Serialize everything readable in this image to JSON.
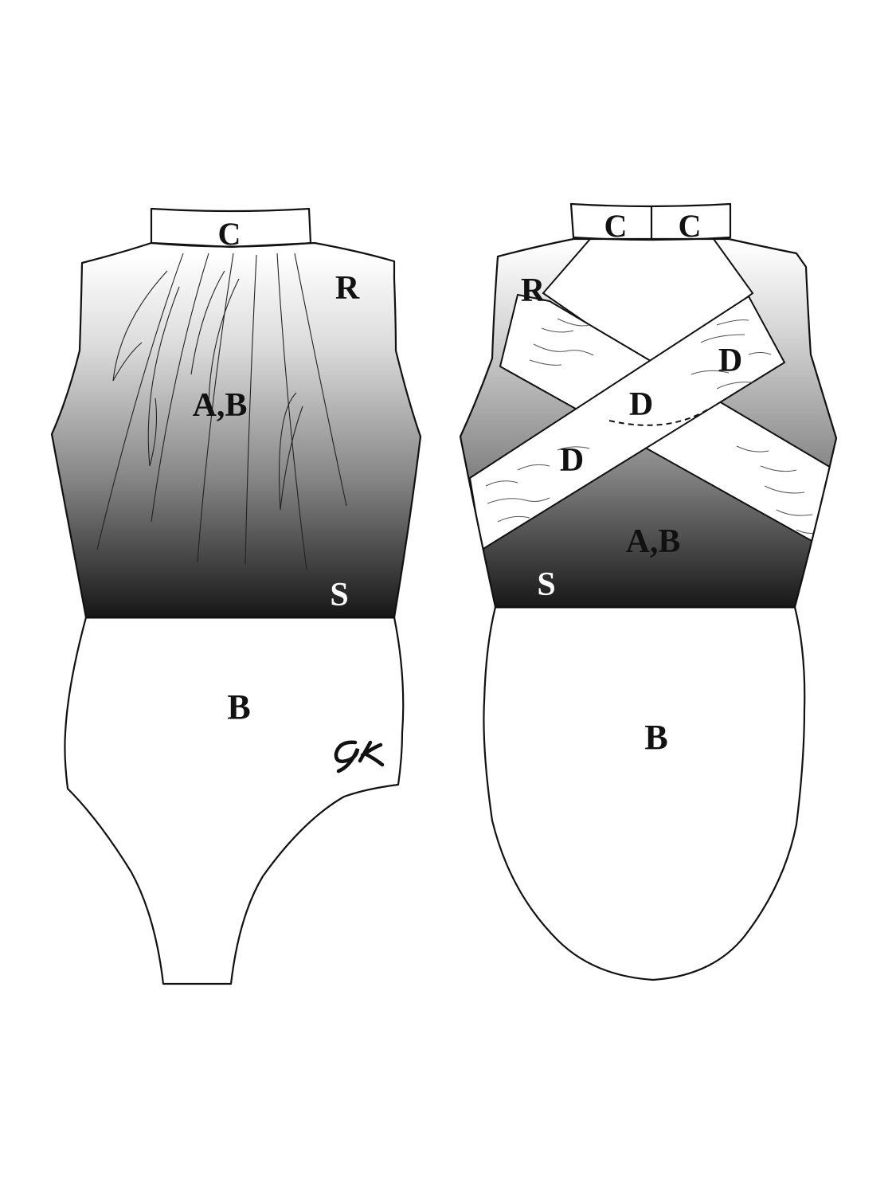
{
  "front": {
    "collar": "C",
    "shoulder": "R",
    "bodice": "A,B",
    "seam": "S",
    "lower": "B",
    "logo": "GK"
  },
  "back": {
    "collar_left": "C",
    "collar_right": "C",
    "shoulder": "R",
    "strap_upper": "D",
    "strap_center": "D",
    "strap_lower": "D",
    "bodice": "A,B",
    "seam": "S",
    "lower": "B"
  },
  "colors": {
    "gradient_top": "#ffffff",
    "gradient_bottom": "#161616",
    "outline": "#111111",
    "strap_fill": "#ffffff"
  }
}
